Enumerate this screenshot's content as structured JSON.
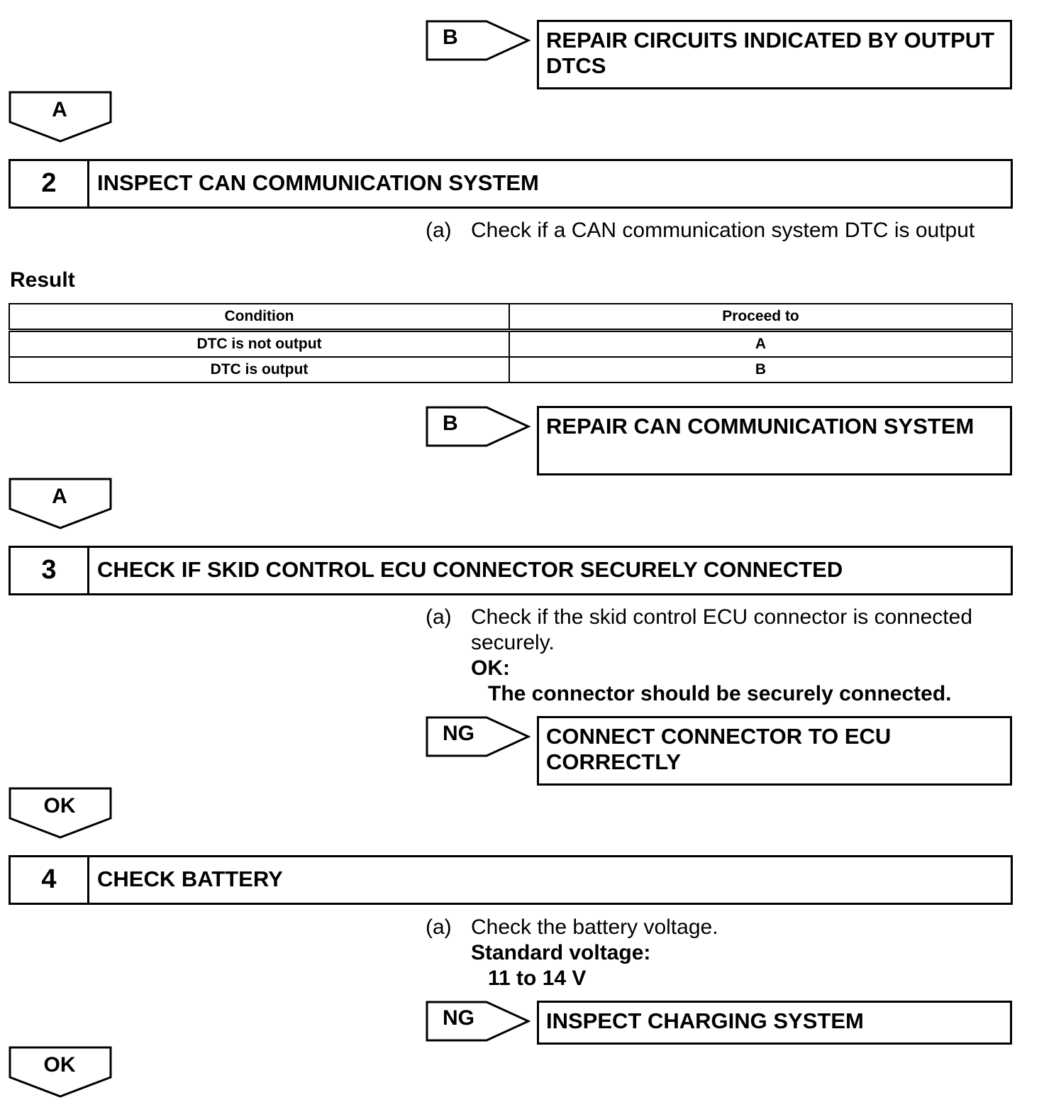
{
  "flow_1": {
    "branch_tag": "B",
    "branch_action": "REPAIR CIRCUITS INDICATED BY OUTPUT DTCS",
    "continue_tag": "A"
  },
  "step_2": {
    "number": "2",
    "title": "INSPECT CAN COMMUNICATION SYSTEM",
    "item_mark": "(a)",
    "item_text": "Check if a CAN communication system DTC is output",
    "result_heading": "Result",
    "table": {
      "headers": [
        "Condition",
        "Proceed to"
      ],
      "rows": [
        [
          "DTC is not output",
          "A"
        ],
        [
          "DTC is output",
          "B"
        ]
      ]
    },
    "branch_tag": "B",
    "branch_action": "REPAIR CAN COMMUNICATION SYSTEM",
    "continue_tag": "A"
  },
  "step_3": {
    "number": "3",
    "title": "CHECK IF SKID CONTROL ECU CONNECTOR SECURELY CONNECTED",
    "item_mark": "(a)",
    "item_text": "Check if the skid control ECU connector is connected securely.",
    "spec_label": "OK:",
    "spec_value": "The connector should be securely connected.",
    "branch_tag": "NG",
    "branch_action": "CONNECT CONNECTOR TO ECU CORRECTLY",
    "continue_tag": "OK"
  },
  "step_4": {
    "number": "4",
    "title": "CHECK BATTERY",
    "item_mark": "(a)",
    "item_text": "Check the battery voltage.",
    "spec_label": "Standard voltage:",
    "spec_value": "11 to 14 V",
    "branch_tag": "NG",
    "branch_action": "INSPECT CHARGING SYSTEM",
    "continue_tag": "OK"
  }
}
